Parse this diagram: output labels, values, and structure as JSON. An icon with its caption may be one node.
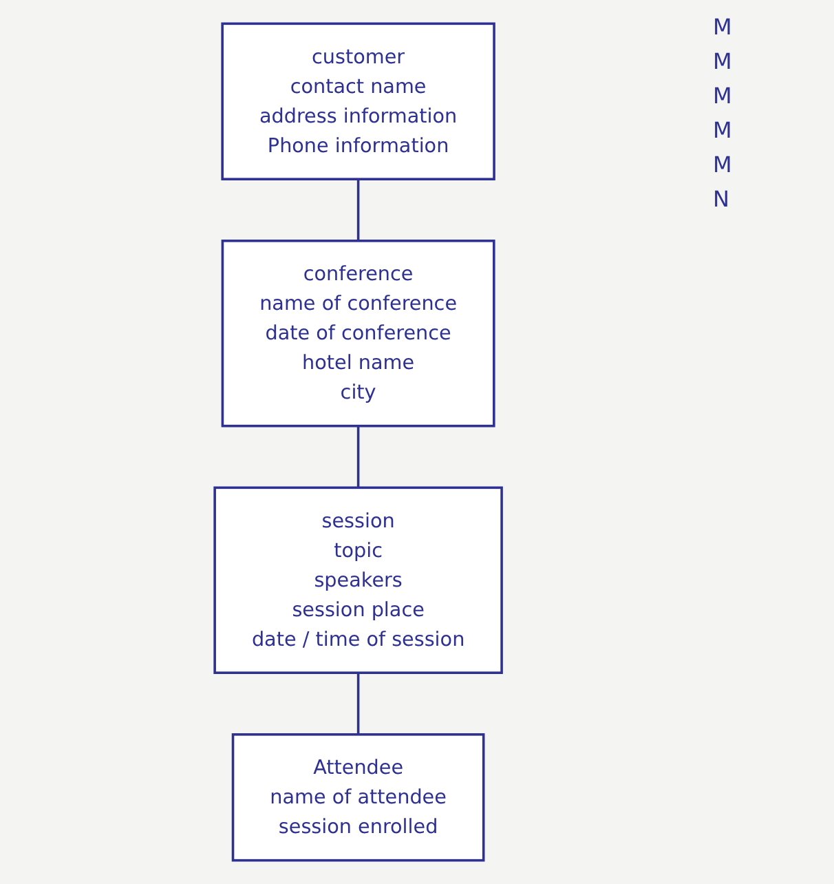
{
  "diagram": {
    "nodes": [
      {
        "text": [
          "customer",
          "contact name",
          "address information",
          "Phone information"
        ]
      },
      {
        "text": [
          "conference",
          "name of conference",
          "date of conference",
          "hotel name",
          "city"
        ]
      },
      {
        "text": [
          "session",
          "topic",
          "speakers",
          "session place",
          "date / time of session"
        ]
      },
      {
        "text": [
          "Attendee",
          "name of attendee",
          "session enrolled"
        ]
      }
    ],
    "edges": [
      {
        "from": 0,
        "to": 1,
        "arrow": "none"
      },
      {
        "from": 1,
        "to": 2,
        "arrow": "none"
      },
      {
        "from": 2,
        "to": 3,
        "arrow": "none"
      }
    ],
    "labels": [
      "M",
      "M",
      "M",
      "M",
      "M",
      "N"
    ]
  }
}
